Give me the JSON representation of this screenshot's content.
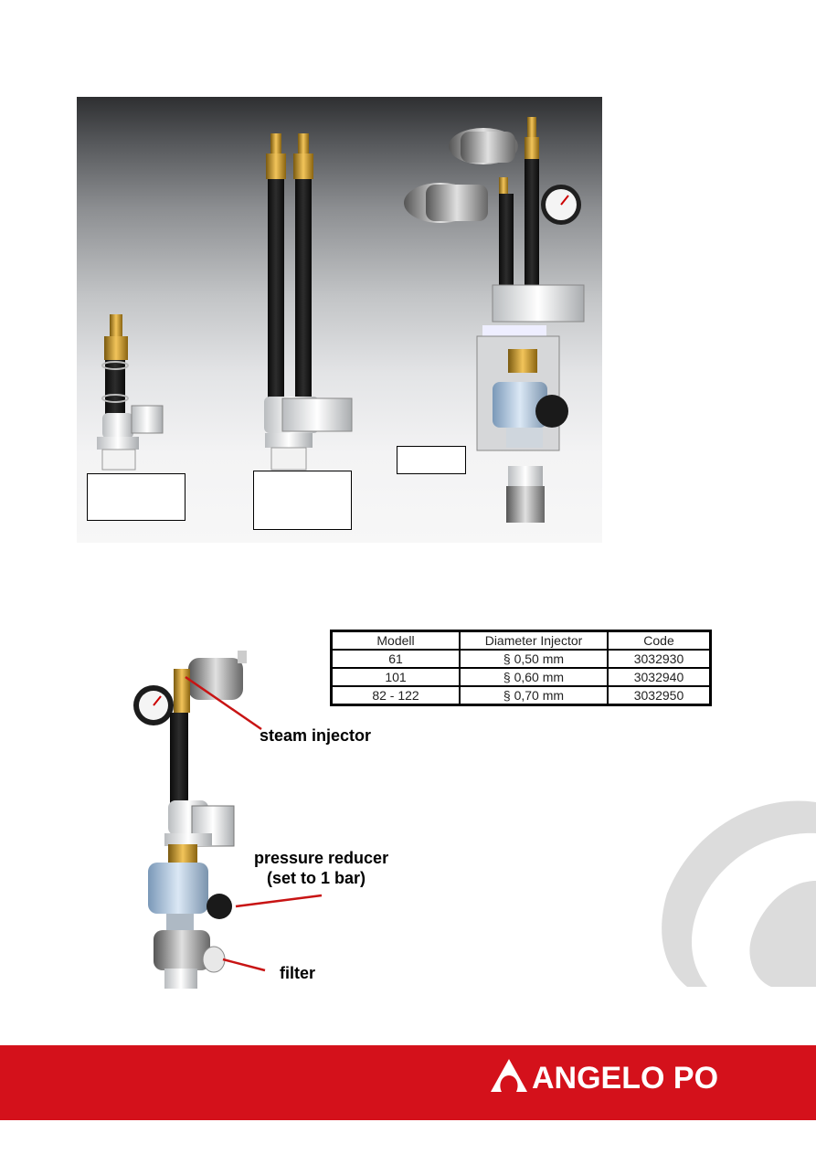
{
  "top_figure": {
    "label_boxes": [
      "",
      "",
      ""
    ]
  },
  "spec_table": {
    "headers": [
      "Modell",
      "Diameter Injector",
      "Code"
    ],
    "rows": [
      [
        "61",
        "§ 0,50 mm",
        "3032930"
      ],
      [
        "101",
        "§ 0,60 mm",
        "3032940"
      ],
      [
        "82 - 122",
        "§ 0,70 mm",
        "3032950"
      ]
    ]
  },
  "callouts": {
    "steam_injector": "steam injector",
    "pressure_reducer": "pressure reducer",
    "pressure_reducer_note": "(set to 1 bar)",
    "filter": "filter"
  },
  "footer": {
    "brand": "ANGELO PO",
    "brand_color": "#d4111b"
  }
}
